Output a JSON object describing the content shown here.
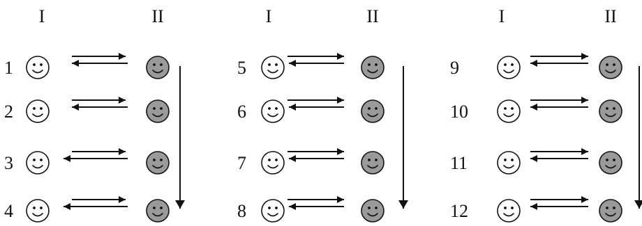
{
  "columns": [
    "I",
    "II"
  ],
  "groups": [
    {
      "rows": [
        {
          "number": "1"
        },
        {
          "number": "2"
        },
        {
          "number": "3"
        },
        {
          "number": "4"
        }
      ]
    },
    {
      "rows": [
        {
          "number": "5"
        },
        {
          "number": "6"
        },
        {
          "number": "7"
        },
        {
          "number": "8"
        }
      ]
    },
    {
      "rows": [
        {
          "number": "9"
        },
        {
          "number": "10"
        },
        {
          "number": "11"
        },
        {
          "number": "12"
        }
      ]
    }
  ],
  "colors": {
    "ink": "#111111",
    "face_light": "#ffffff",
    "face_dark": "#9a9a9a"
  },
  "icons": {
    "participant_I": "smiley-face-outline-icon",
    "participant_II": "smiley-face-gray-icon"
  }
}
